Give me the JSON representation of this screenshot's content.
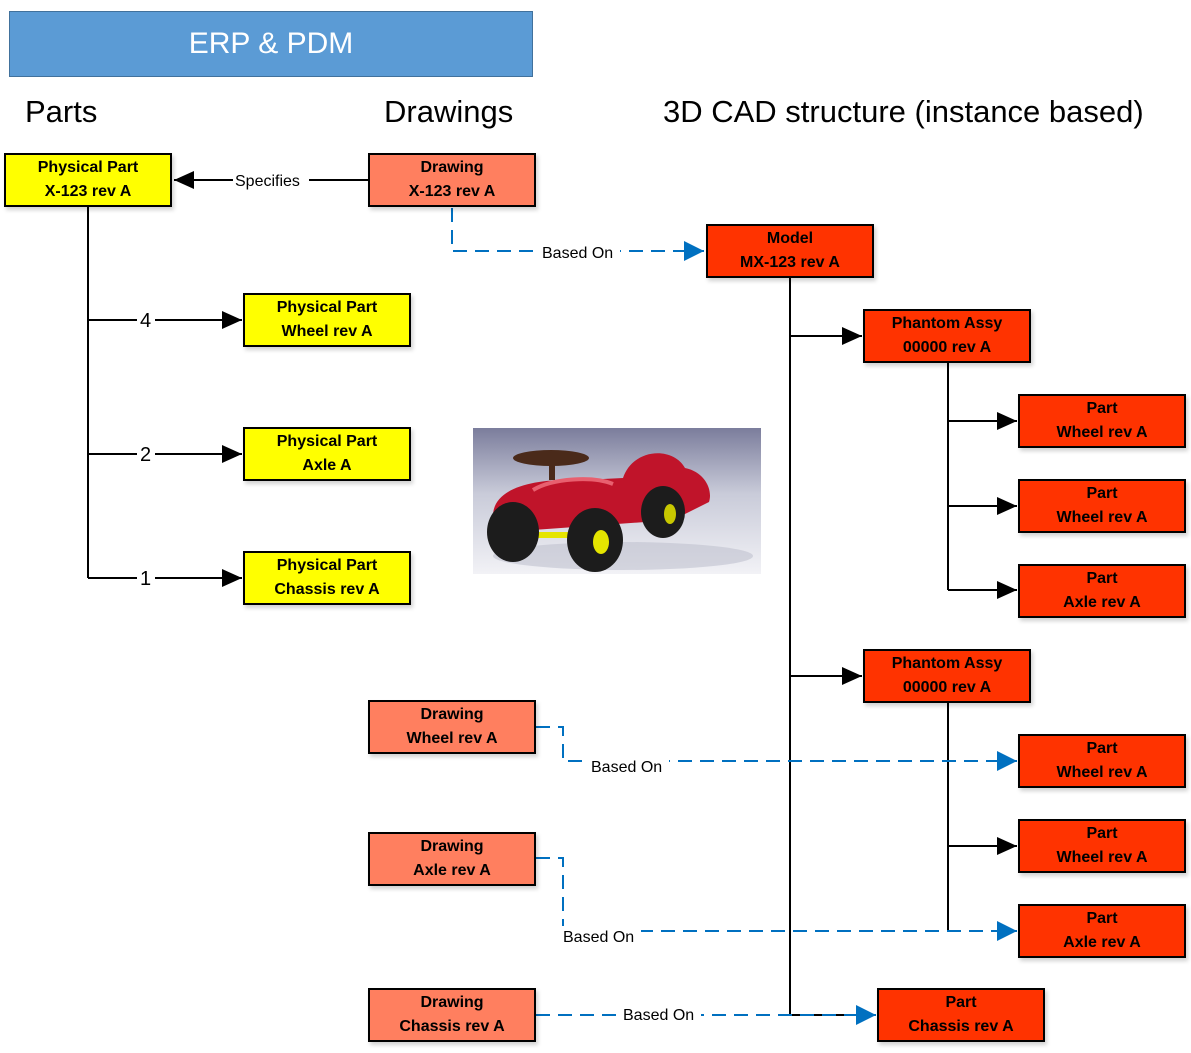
{
  "banner": {
    "title": "ERP & PDM",
    "color": "#5b9bd5"
  },
  "headings": {
    "parts": "Parts",
    "drawings": "Drawings",
    "cad": "3D CAD structure (instance based)"
  },
  "colors": {
    "part": "#ffff00",
    "drawing": "#ff7f5f",
    "cad": "#ff3300",
    "based_on_line": "#0070c0"
  },
  "parts": {
    "root": {
      "line1": "Physical Part",
      "line2": "X-123 rev A"
    },
    "children": [
      {
        "line1": "Physical Part",
        "line2": "Wheel rev A",
        "qty": "4"
      },
      {
        "line1": "Physical Part",
        "line2": "Axle A",
        "qty": "2"
      },
      {
        "line1": "Physical Part",
        "line2": "Chassis rev A",
        "qty": "1"
      }
    ]
  },
  "drawings": [
    {
      "line1": "Drawing",
      "line2": "X-123 rev A"
    },
    {
      "line1": "Drawing",
      "line2": "Wheel rev A"
    },
    {
      "line1": "Drawing",
      "line2": "Axle rev A"
    },
    {
      "line1": "Drawing",
      "line2": "Chassis rev A"
    }
  ],
  "cad": {
    "model": {
      "line1": "Model",
      "line2": "MX-123 rev A"
    },
    "assy1": {
      "line1": "Phantom Assy",
      "line2": "00000 rev A"
    },
    "assy1_children": [
      {
        "line1": "Part",
        "line2": "Wheel  rev A"
      },
      {
        "line1": "Part",
        "line2": "Wheel  rev A"
      },
      {
        "line1": "Part",
        "line2": "Axle rev A"
      }
    ],
    "assy2": {
      "line1": "Phantom Assy",
      "line2": "00000 rev A"
    },
    "assy2_children": [
      {
        "line1": "Part",
        "line2": "Wheel  rev A"
      },
      {
        "line1": "Part",
        "line2": "Wheel  rev A"
      },
      {
        "line1": "Part",
        "line2": "Axle rev A"
      }
    ],
    "chassis": {
      "line1": "Part",
      "line2": "Chassis  rev A"
    }
  },
  "edge_labels": {
    "specifies": "Specifies",
    "based_on": "Based On"
  },
  "image": {
    "description": "3D render of red toy ride-on car"
  }
}
